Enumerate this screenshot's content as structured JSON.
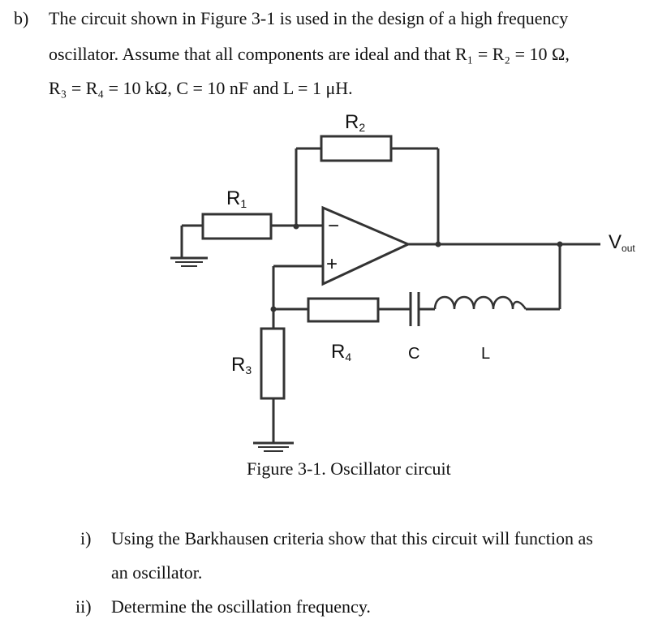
{
  "question": {
    "label": "b)",
    "line1": "The circuit shown in Figure 3-1 is used in the design of a high frequency",
    "line2": "oscillator. Assume that all components are ideal and that R₁ = R₂ = 10 Ω,",
    "line3": "R₃ = R₄ = 10 kΩ, C = 10 nF and L = 1 μH."
  },
  "figure": {
    "caption": "Figure 3-1. Oscillator circuit",
    "labels": {
      "r1_main": "R",
      "r1_sub": "1",
      "r2_main": "R",
      "r2_sub": "2",
      "r3_main": "R",
      "r3_sub": "3",
      "r4_main": "R",
      "r4_sub": "4",
      "c": "C",
      "l": "L",
      "vout_main": "V",
      "vout_sub": "out",
      "minus": "−",
      "plus": "+"
    }
  },
  "parts": [
    {
      "label": "i)",
      "line1": "Using the Barkhausen criteria show that this circuit will function as",
      "line2": "an oscillator."
    },
    {
      "label": "ii)",
      "line1": "Determine the oscillation frequency."
    }
  ]
}
